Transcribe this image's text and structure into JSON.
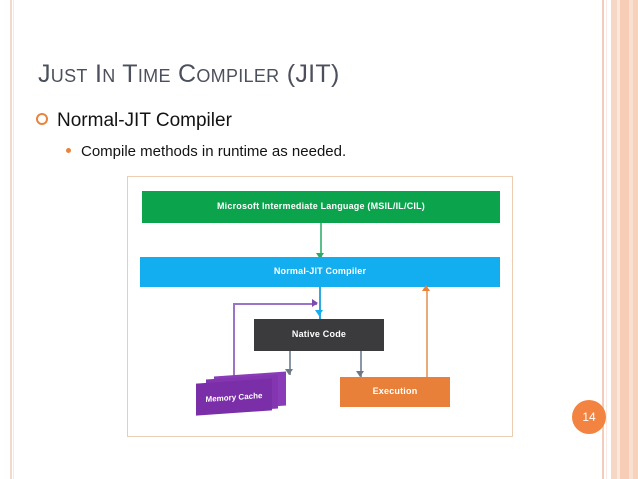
{
  "slide": {
    "title": "Just In Time Compiler (JIT)",
    "page_number": "14",
    "accent_color": "#e8843c",
    "title_color": "#4c505c"
  },
  "bullets": [
    {
      "level": 1,
      "marker": "hollow-circle",
      "text": "Normal-JIT Compiler"
    },
    {
      "level": 2,
      "marker": "filled-dot",
      "text": "Compile methods in runtime as needed."
    }
  ],
  "diagram": {
    "nodes": [
      {
        "id": "msil",
        "label": "Microsoft Intermediate Language (MSIL/IL/CIL)",
        "color": "#0ba44d"
      },
      {
        "id": "jit",
        "label": "Normal-JIT Compiler",
        "color": "#12aeef"
      },
      {
        "id": "native",
        "label": "Native Code",
        "color": "#3b3b3d"
      },
      {
        "id": "memcache",
        "label": "Memory Cache",
        "color": "#7a2ea8"
      },
      {
        "id": "execution",
        "label": "Execution",
        "color": "#e8803a"
      }
    ],
    "edges": [
      {
        "from": "msil",
        "to": "jit",
        "color": "#2fa86a"
      },
      {
        "from": "jit",
        "to": "native",
        "color": "#12aeef"
      },
      {
        "from": "native",
        "to": "memcache",
        "color": "#6d7886"
      },
      {
        "from": "native",
        "to": "execution",
        "color": "#6d7886"
      },
      {
        "from": "memcache",
        "to": "native",
        "color": "#7b4bb0"
      },
      {
        "from": "execution",
        "to": "jit",
        "color": "#e8803a"
      }
    ]
  }
}
